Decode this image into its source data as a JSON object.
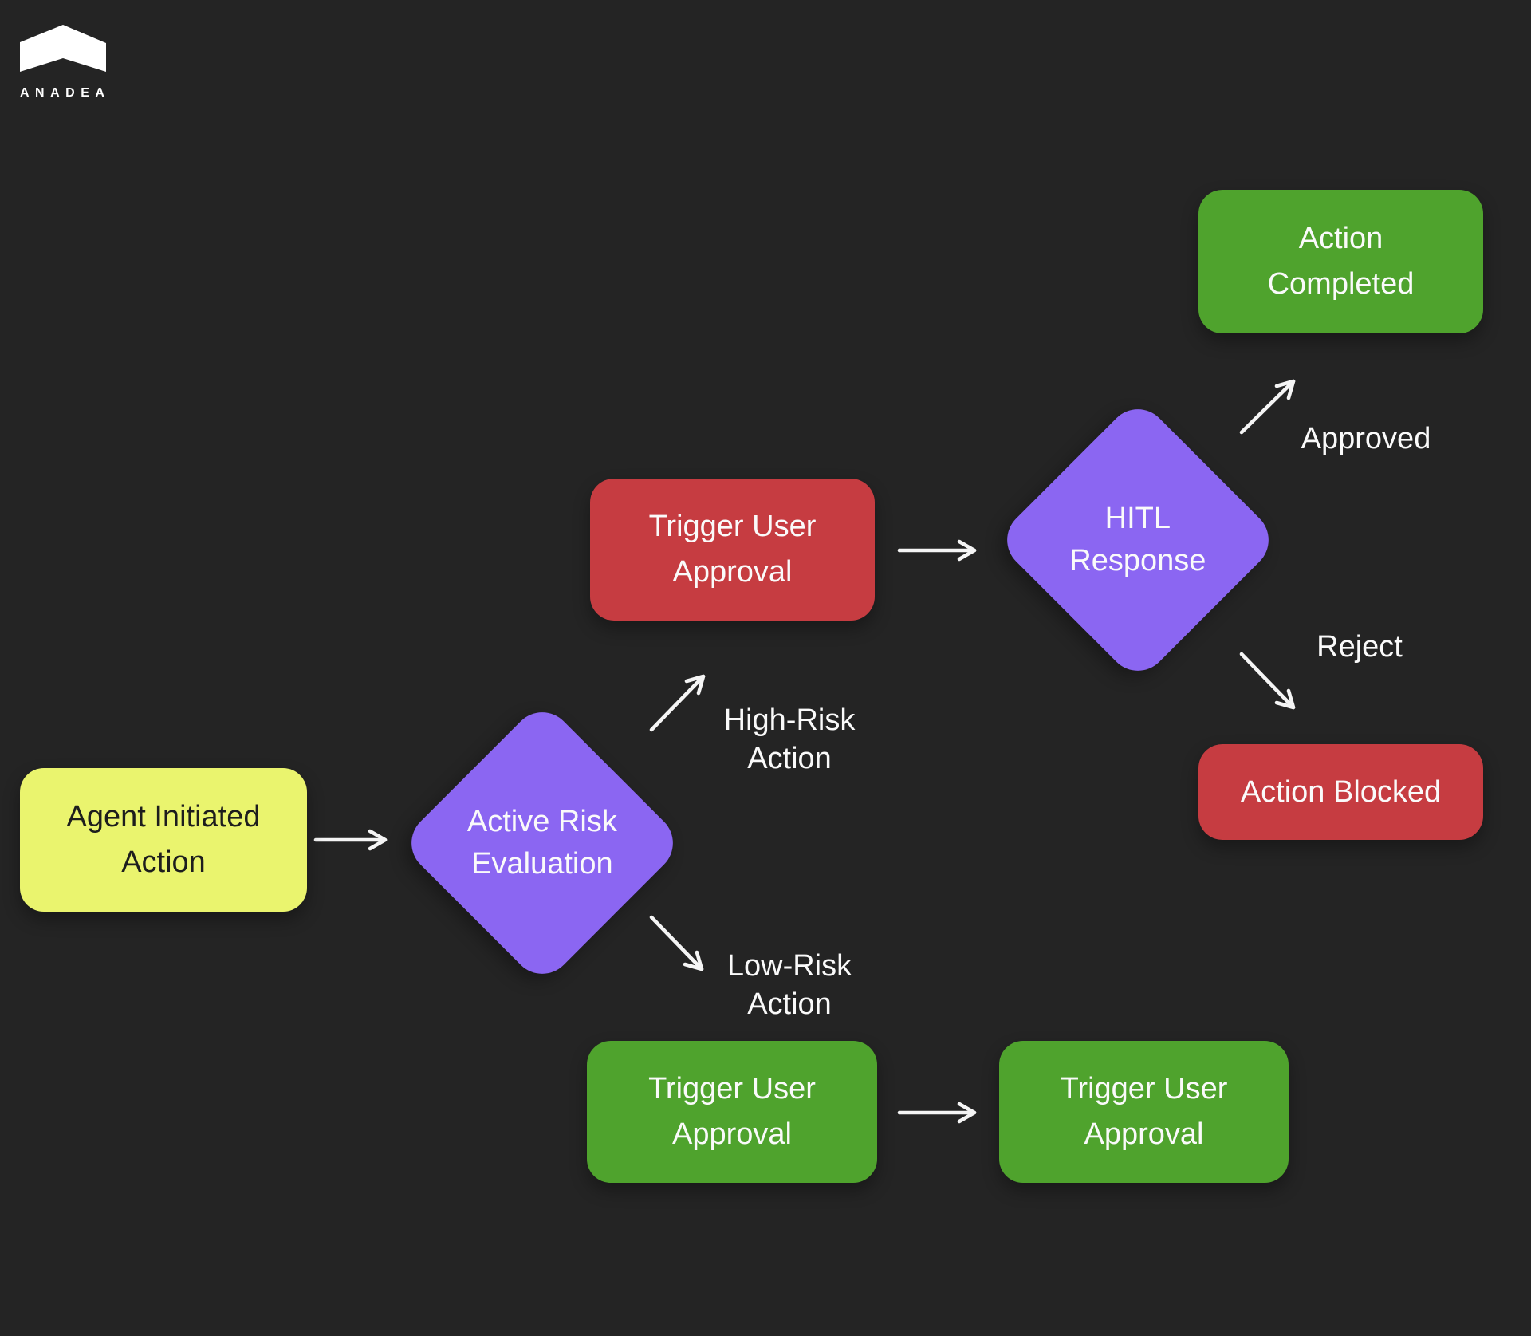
{
  "brand": {
    "name": "ANADEA",
    "logo_icon": "roof-chevron-icon"
  },
  "colors": {
    "background": "#242424",
    "node_yellow": "#EAF46E",
    "node_purple": "#8B66F2",
    "node_red": "#C63C41",
    "node_green": "#4FA32D",
    "arrow": "#F5F5F5",
    "text_on_dark": "#FAFAFA",
    "text_on_yellow": "#1D1D1D"
  },
  "diagram": {
    "nodes": [
      {
        "id": "agent-initiated-action",
        "shape": "rounded-rect",
        "color": "yellow",
        "label": "Agent Initiated Action"
      },
      {
        "id": "active-risk-evaluation",
        "shape": "diamond",
        "color": "purple",
        "label": "Active Risk Evaluation"
      },
      {
        "id": "trigger-user-approval-high",
        "shape": "rounded-rect",
        "color": "red",
        "label": "Trigger User Approval"
      },
      {
        "id": "hitl-response",
        "shape": "diamond",
        "color": "purple",
        "label": "HITL Response"
      },
      {
        "id": "action-completed",
        "shape": "rounded-rect",
        "color": "green",
        "label": "Action Completed"
      },
      {
        "id": "action-blocked",
        "shape": "rounded-rect",
        "color": "red",
        "label": "Action Blocked"
      },
      {
        "id": "trigger-user-approval-low-left",
        "shape": "rounded-rect",
        "color": "green",
        "label": "Trigger User Approval"
      },
      {
        "id": "trigger-user-approval-low-right",
        "shape": "rounded-rect",
        "color": "green",
        "label": "Trigger User Approval"
      }
    ],
    "edges": [
      {
        "from": "agent-initiated-action",
        "to": "active-risk-evaluation",
        "label": ""
      },
      {
        "from": "active-risk-evaluation",
        "to": "trigger-user-approval-high",
        "label": "High-Risk Action"
      },
      {
        "from": "trigger-user-approval-high",
        "to": "hitl-response",
        "label": ""
      },
      {
        "from": "hitl-response",
        "to": "action-completed",
        "label": "Approved"
      },
      {
        "from": "hitl-response",
        "to": "action-blocked",
        "label": "Reject"
      },
      {
        "from": "active-risk-evaluation",
        "to": "trigger-user-approval-low-left",
        "label": "Low-Risk Action"
      },
      {
        "from": "trigger-user-approval-low-left",
        "to": "trigger-user-approval-low-right",
        "label": ""
      }
    ]
  }
}
